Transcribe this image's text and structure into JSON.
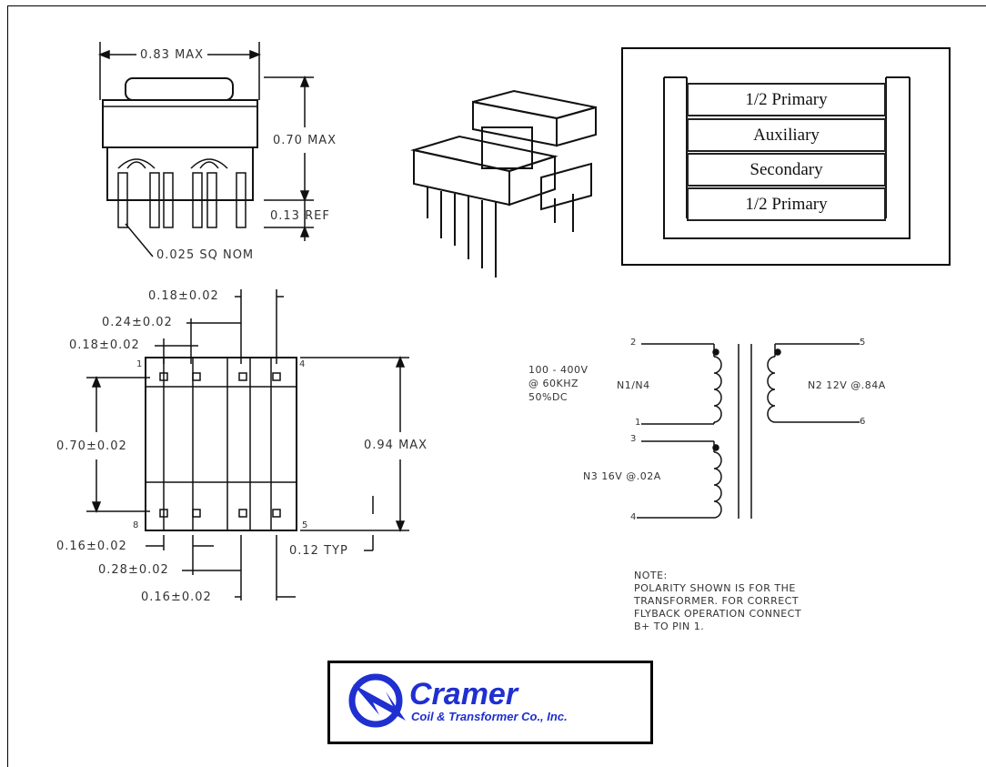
{
  "dimensions": {
    "width_label": "0.83 MAX",
    "height_label": "0.70 MAX",
    "ref_label": "0.13 REF",
    "pin_label": "0.025 SQ NOM",
    "pitch_top": "0.18±0.02",
    "span_24": "0.24±0.02",
    "pitch_left": "0.18±0.02",
    "row_span": "0.70±0.02",
    "overall_height": "0.94 MAX",
    "bottom_left": "0.16±0.02",
    "bottom_mid": "0.28±0.02",
    "bottom_right": "0.16±0.02",
    "typ": "0.12 TYP"
  },
  "pins": {
    "p1": "1",
    "p4": "4",
    "p8": "8",
    "p5": "5"
  },
  "winding_layers": [
    "1/2 Primary",
    "Auxiliary",
    "Secondary",
    "1/2 Primary"
  ],
  "schematic": {
    "input_line1": "100 - 400V",
    "input_line2": "@ 60KHZ",
    "input_line3": "50%DC",
    "n1_label": "N1/N4",
    "n2_label": "N2  12V  @.84A",
    "n3_label": "N3  16V  @.02A",
    "pin2": "2",
    "pin1": "1",
    "pin3": "3",
    "pin4": "4",
    "pin5": "5",
    "pin6": "6"
  },
  "note": {
    "line1": "NOTE:",
    "line2": "POLARITY  SHOWN  IS  FOR  THE",
    "line3": "TRANSFORMER.  FOR  CORRECT",
    "line4": "FLYBACK  OPERATION  CONNECT",
    "line5": "B+  TO  PIN  1."
  },
  "logo": {
    "name": "Cramer",
    "subtitle": "Coil & Transformer Co., Inc.",
    "color": "#1f2fd0"
  }
}
